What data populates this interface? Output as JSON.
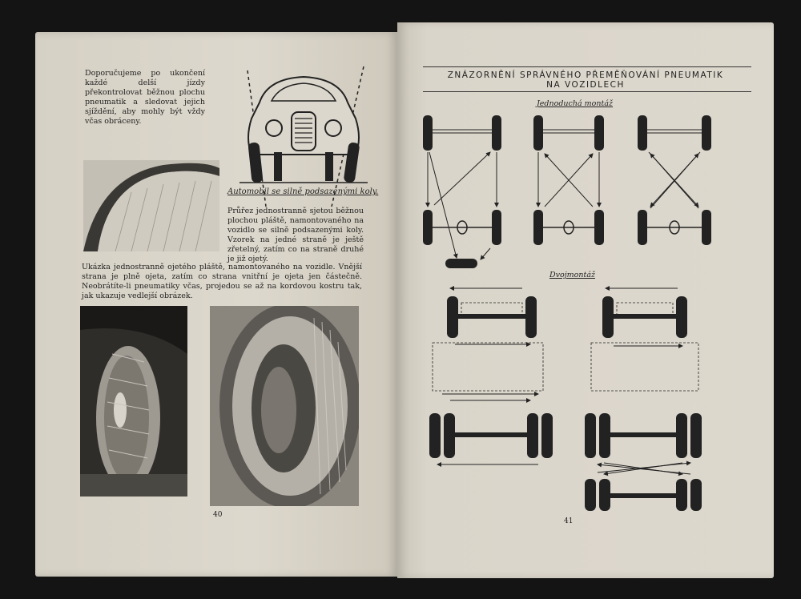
{
  "left_page": {
    "intro_text": "Doporučujeme po ukončení každé delší jízdy překontrolovat běžnou plochu pneumatik a sledovat jejich sjíždění, aby mohly být vždy včas obráceny.",
    "car_caption": "Automobil se silně podsazenými koly.",
    "section_text": "Průřez jednostranně sjetou běžnou plochou pláště, namontovaného na vozidlo se silně podsazenými koly. Vzorek na jedné straně je ještě zřetelný, zatím co na straně druhé je již ojetý.",
    "example_text": "Ukázka jednostranně ojetého pláště, namontovaného na vozidle. Vnější strana je plně ojeta, zatím co strana vnitřní je ojeta jen částečně. Neobrátíte-li pneumatiky včas, projedou se až na kordovou kostru tak, jak ukazuje vedlejší obrázek.",
    "page_number": "40"
  },
  "right_page": {
    "title_line1": "ZNÁZORNĚNÍ SPRÁVNÉHO PŘEMĚŇOVÁNÍ PNEUMATIK",
    "title_line2": "NA VOZIDLECH",
    "single_label": "Jednoduchá montáž",
    "dual_label": "Dvojmontáž",
    "page_number": "41"
  },
  "colors": {
    "paper": "#dcd7cc",
    "ink": "#222222",
    "background": "#141414"
  }
}
